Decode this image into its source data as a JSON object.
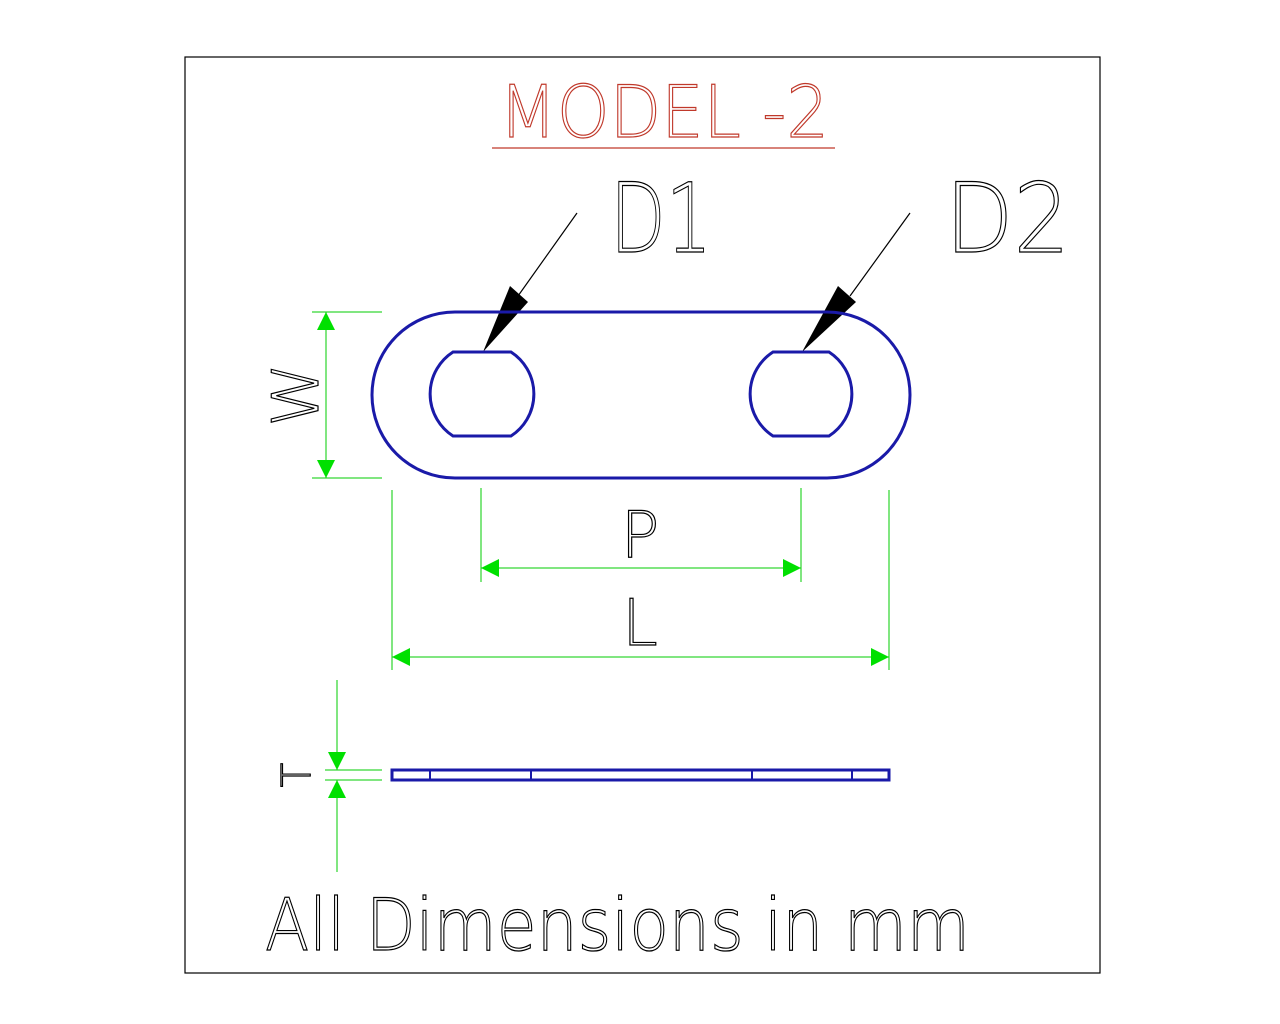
{
  "title": "MODEL -2",
  "labels": {
    "d1": "D1",
    "d2": "D2",
    "w": "W",
    "p": "P",
    "l": "L",
    "t": "T"
  },
  "note": "All Dimensions in mm",
  "colors": {
    "frame": "#000000",
    "part_outline": "#1a1aa8",
    "dimension": "#00cc00",
    "title": "#c0392b",
    "leader": "#000000"
  }
}
